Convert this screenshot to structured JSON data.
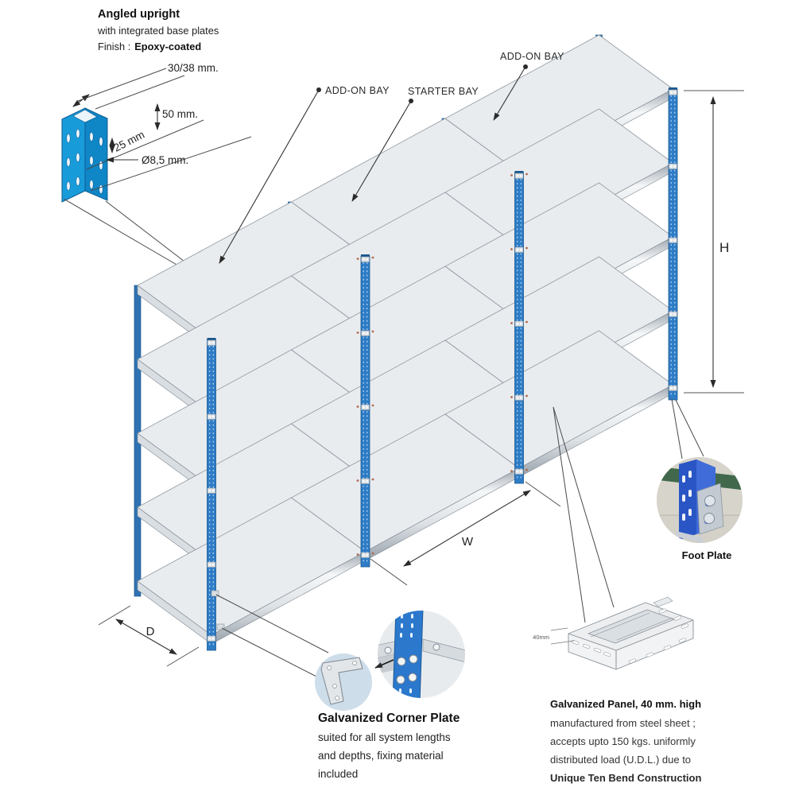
{
  "detail_upright": {
    "title": "Angled upright",
    "subtitle": "with integrated base plates",
    "finish_label": "Finish :",
    "finish_value": "Epoxy-coated",
    "dims": {
      "flange": "30/38 mm.",
      "pitch_large": "50 mm.",
      "pitch_small": "25 mm",
      "hole": "Ø8,5 mm."
    }
  },
  "rack": {
    "labels": {
      "addon_left": "ADD-ON BAY",
      "starter": "STARTER BAY",
      "addon_right": "ADD-ON BAY"
    },
    "dims": {
      "height": "H",
      "width": "W",
      "depth": "D"
    },
    "structure": {
      "bays": 3,
      "shelf_levels": 5
    }
  },
  "foot_plate": {
    "caption": "Foot Plate"
  },
  "corner_plate": {
    "title": "Galvanized Corner Plate",
    "description_lines": [
      "suited for all system lengths",
      "and depths, fixing material",
      "included"
    ]
  },
  "panel": {
    "height_dim": "40mm",
    "title": "Galvanized Panel, 40 mm. high",
    "description_lines": [
      "manufactured from steel sheet ;",
      "accepts upto 150 kgs. uniformly",
      "distributed load (U.D.L.) due to"
    ],
    "highlight": "Unique Ten Bend Construction"
  },
  "colors": {
    "upright_blue": "#2e7cc6",
    "upright_blue_dark": "#1a588f",
    "upright_blue_back": "#2f72b2",
    "detail_blue": "#189bd9",
    "detail_blue_dark": "#0e5c94",
    "shelf_top": "#e9ecef",
    "shelf_edge_side": "#d9dee3",
    "outline_gray": "#8f98a1",
    "leader": "#4a4a4a",
    "text": "#222222",
    "highlight_red": "#ff1515",
    "circle_bg": "#cdddea",
    "photo_blue": "#2a55c5"
  }
}
